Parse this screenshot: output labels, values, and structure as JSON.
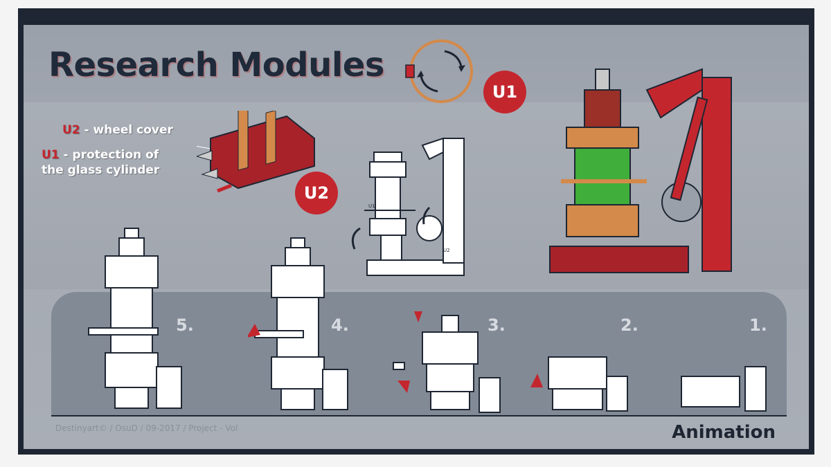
{
  "title": "Research Modules",
  "legend": {
    "u2_code": "U2",
    "u2_text": " - wheel cover",
    "u1_code": "U1",
    "u1_text": " - protection of",
    "u1_text2": "the glass cylinder"
  },
  "badges": {
    "u1": "U1",
    "u2": "U2"
  },
  "steps": [
    "5.",
    "4.",
    "3.",
    "2.",
    "1."
  ],
  "small_labels": {
    "u1": "U1",
    "u2": "U2"
  },
  "animation_label": "Animation",
  "credit": "Destinyart© / OsuD / 09-2017 / Project - Vol",
  "colors": {
    "accent_red": "#c4262e",
    "dark": "#1e2633",
    "glass_green": "#3fae3a",
    "copper": "#d48a4a"
  }
}
